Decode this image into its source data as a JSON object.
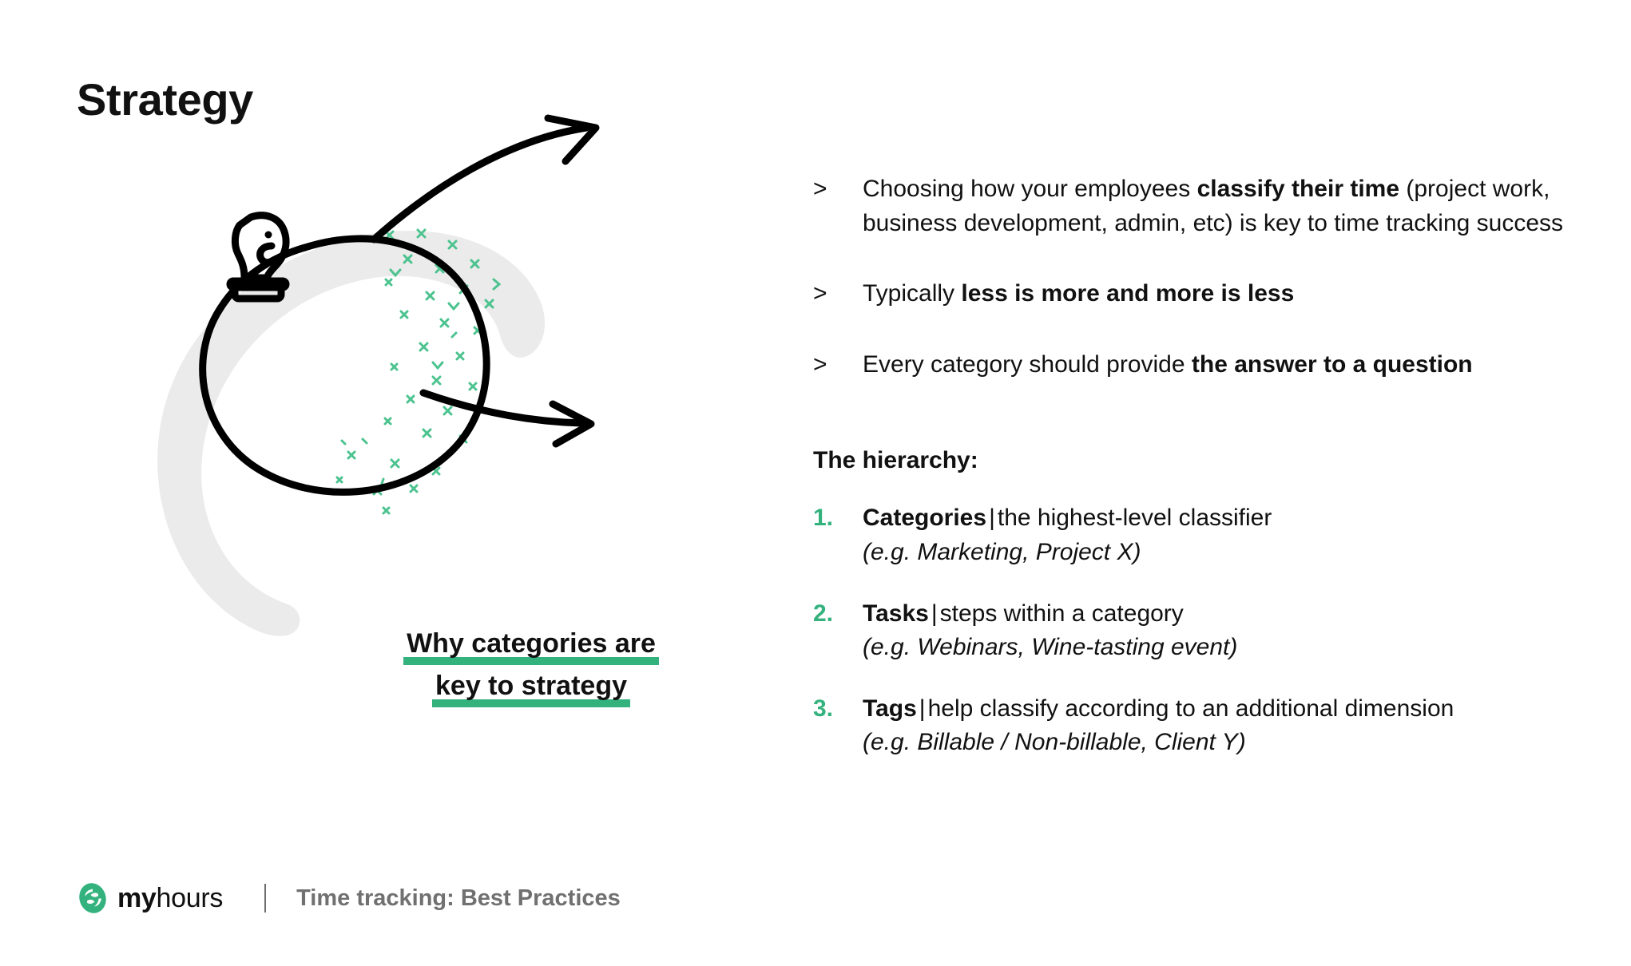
{
  "theme": {
    "accent": "#33b27e",
    "text": "#111111",
    "muted": "#707070",
    "shadow": "#ebebeb"
  },
  "slide": {
    "title": "Strategy"
  },
  "graphic": {
    "icon_name": "chess-knight-icon",
    "label_line1": "Why categories are",
    "label_line2": "key to strategy"
  },
  "bullets": [
    {
      "marker": ">",
      "segments": [
        {
          "text": "Choosing how your employees ",
          "bold": false
        },
        {
          "text": "classify their time",
          "bold": true
        },
        {
          "text": " (project work, business development, admin, etc) is key to time tracking success",
          "bold": false
        }
      ]
    },
    {
      "marker": ">",
      "segments": [
        {
          "text": "Typically ",
          "bold": false
        },
        {
          "text": "less is more and more is less",
          "bold": true
        }
      ]
    },
    {
      "marker": ">",
      "segments": [
        {
          "text": "Every category should provide ",
          "bold": false
        },
        {
          "text": "the answer to a question",
          "bold": true
        }
      ]
    }
  ],
  "hierarchy": {
    "heading": "The hierarchy:",
    "items": [
      {
        "number": "1.",
        "lead": "Categories",
        "separator": "|",
        "description": "the highest-level classifier",
        "example": "(e.g. Marketing, Project X)"
      },
      {
        "number": "2.",
        "lead": "Tasks",
        "separator": "|",
        "description": "steps within a category",
        "example": "(e.g. Webinars, Wine-tasting event)"
      },
      {
        "number": "3.",
        "lead": "Tags",
        "separator": "|",
        "description": "help classify according to an additional dimension",
        "example": "(e.g. Billable / Non-billable, Client Y)"
      }
    ]
  },
  "footer": {
    "logo_mark_name": "myhours-logo-icon",
    "brand_bold": "my",
    "brand_light": "hours",
    "divider": "|",
    "caption": "Time tracking: Best Practices"
  }
}
